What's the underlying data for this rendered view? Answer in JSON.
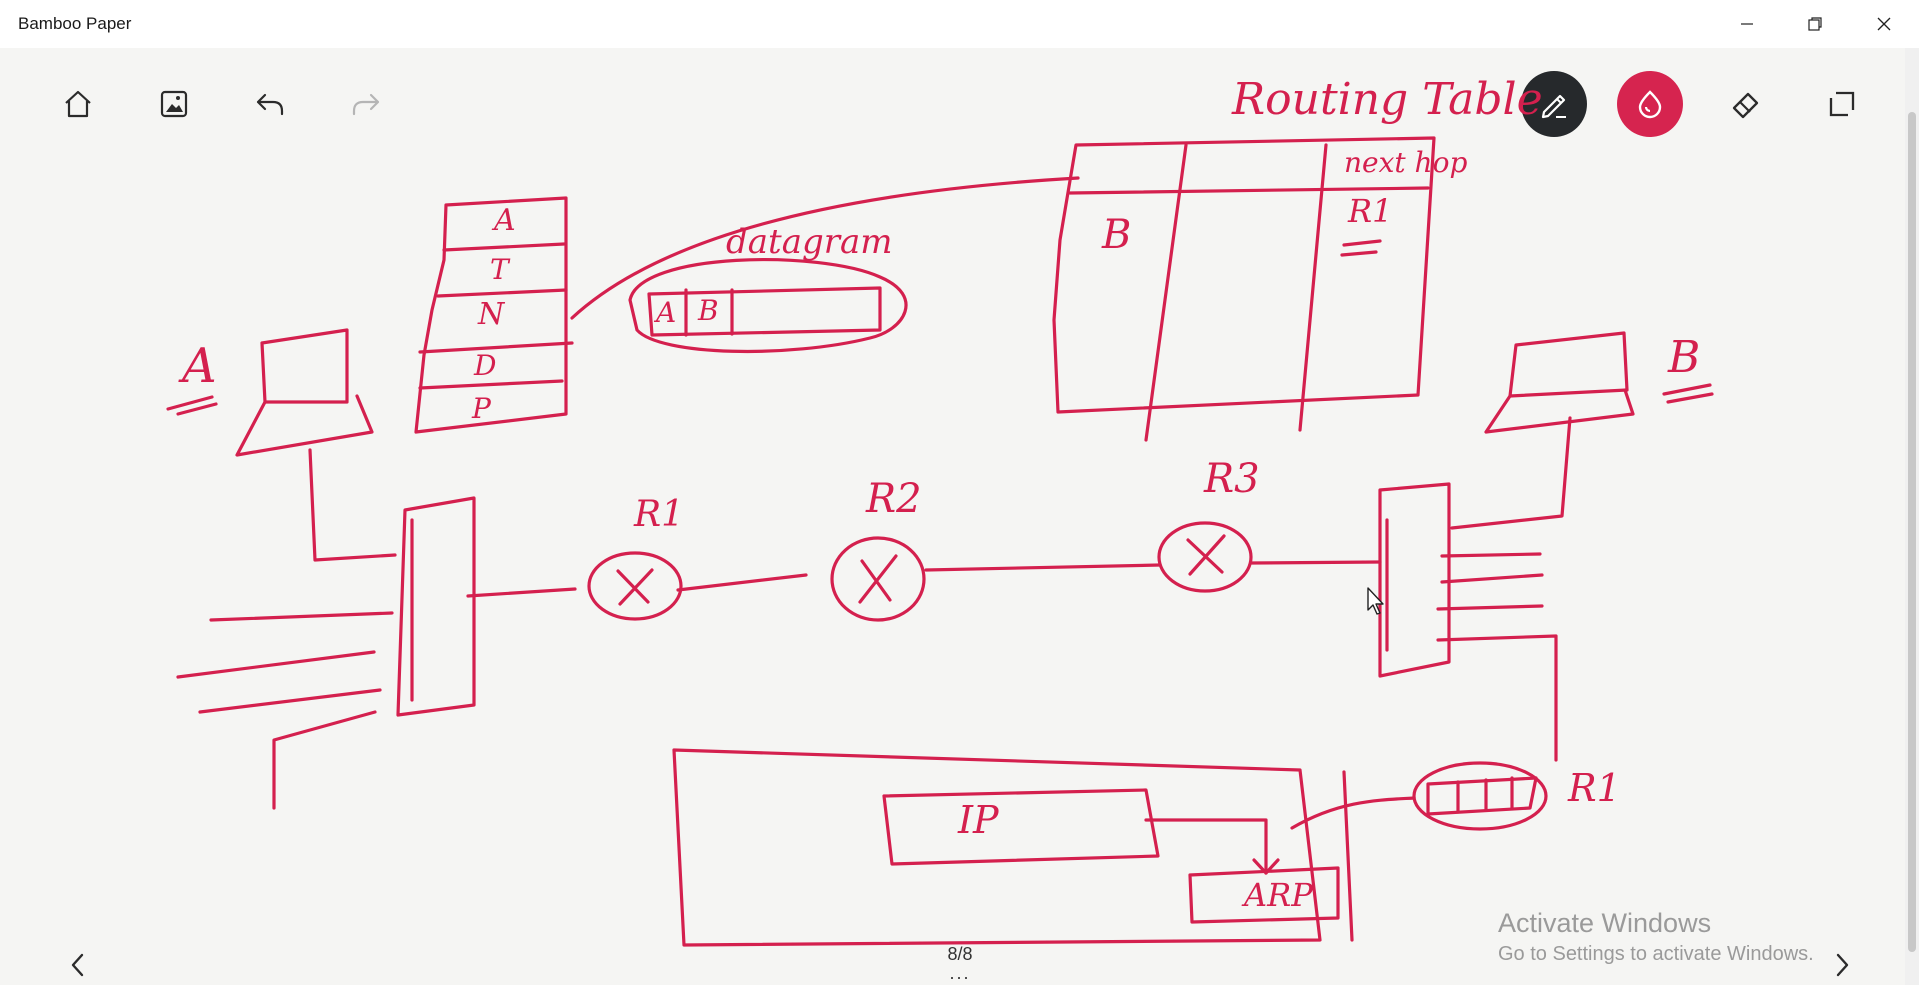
{
  "window": {
    "title": "Bamboo Paper"
  },
  "toolbar": {
    "home_icon": "home-icon",
    "image_icon": "image-icon",
    "undo_icon": "undo-icon",
    "redo_icon": "redo-icon",
    "pen_icon": "pen-icon",
    "color_icon": "ink-drop-icon",
    "eraser_icon": "eraser-icon",
    "selection_icon": "lasso-select-icon",
    "active_color": "#d4204e"
  },
  "page": {
    "indicator": "8/8",
    "more": "..."
  },
  "watermark": {
    "line1": "Activate Windows",
    "line2": "Go to Settings to activate Windows."
  },
  "sketch": {
    "heading": "Routing Table",
    "label_A": "A",
    "label_B": "B",
    "stack": [
      "A",
      "T",
      "N",
      "D",
      "P"
    ],
    "datagram_label": "datagram",
    "datagram_cells": [
      "A",
      "B"
    ],
    "table_dest": "B",
    "table_next_hop": "next hop",
    "table_next_hop_value": "R1",
    "routers": [
      "R1",
      "R2",
      "R3"
    ],
    "bottom_router": "R1",
    "ip_box": "IP",
    "arp_box": "ARP"
  }
}
